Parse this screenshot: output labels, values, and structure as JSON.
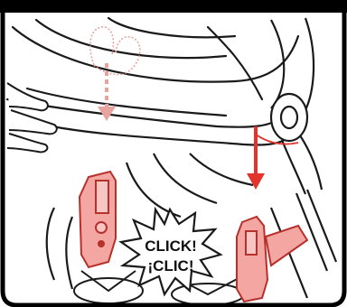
{
  "illustration": {
    "callout_line1": "CLICK!",
    "callout_line2": "¡CLIC!",
    "colors": {
      "accent_red": "#e2332d",
      "part_fill": "#f3a6a2",
      "line": "#1a1a1a",
      "frame": "#000000",
      "background": "#ffffff"
    },
    "icons": [
      "hand-press-outline",
      "arrow-down-dashed",
      "arrow-down",
      "click-burst"
    ]
  }
}
